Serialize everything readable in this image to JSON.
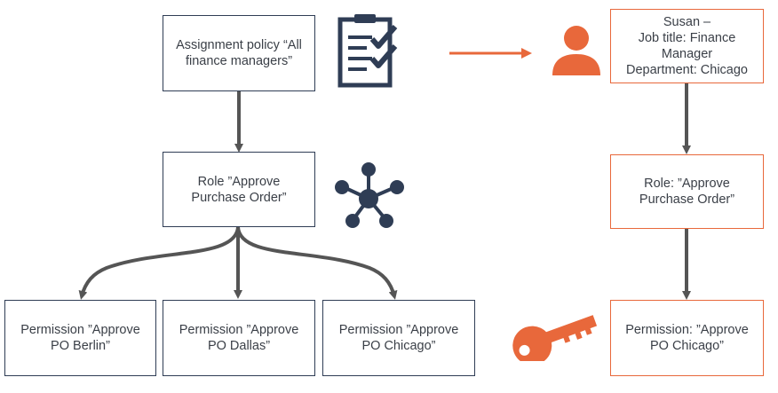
{
  "left": {
    "policy": "Assignment policy “All finance managers”",
    "role": "Role ”Approve Purchase Order”",
    "permissions": [
      "Permission ”Approve PO Berlin”",
      "Permission ”Approve PO Dallas”",
      "Permission ”Approve PO Chicago”"
    ]
  },
  "right": {
    "user_lines": [
      "Susan –",
      "Job title: Finance",
      "Manager",
      "Department: Chicago"
    ],
    "role": "Role: ”Approve Purchase Order”",
    "permission": "Permission: ”Approve PO Chicago”"
  },
  "icons": {
    "policy": "checklist-icon",
    "role": "network-hub-icon",
    "user": "person-icon",
    "permission": "key-icon"
  },
  "colors": {
    "navy": "#2f3d55",
    "orange": "#e8683b",
    "connector": "#555555"
  }
}
